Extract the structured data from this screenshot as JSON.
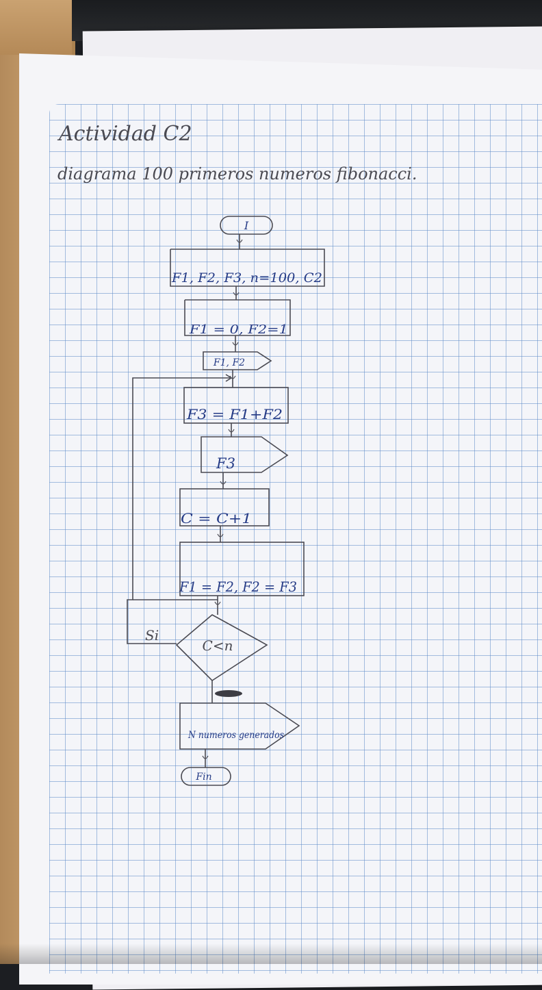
{
  "header": {
    "title": "Actividad C2",
    "subtitle": "diagrama 100 primeros numeros fibonacci."
  },
  "flowchart": {
    "start": "I",
    "declare": "F1, F2, F3, n=100, C2",
    "init": "F1 = 0, F2=1",
    "output_initial": "F1, F2",
    "compute": "F3 = F1+F2",
    "output_value": "F3",
    "increment": "C = C+1",
    "shift": "F1 = F2, F2 = F3",
    "decision": "C<n",
    "decision_yes": "Si",
    "output_final": "N numeros generados",
    "end": "Fin"
  },
  "colors": {
    "ink_blue": "#253b86",
    "pencil": "#4a4a52",
    "grid_blue": "#5f8cc8",
    "paper": "#f4f5f9"
  }
}
